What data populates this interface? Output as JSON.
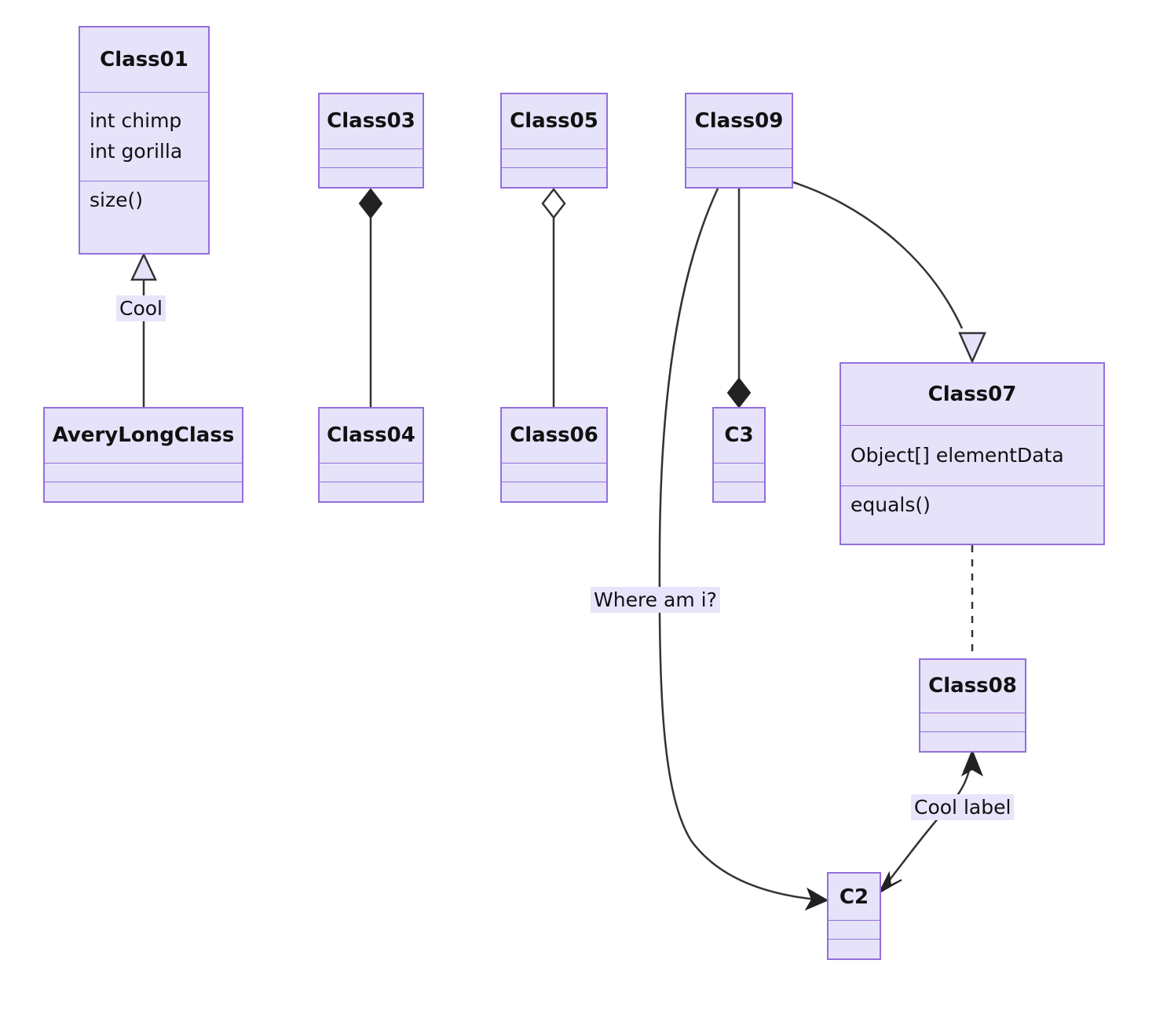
{
  "diagram": {
    "type": "uml-class-diagram",
    "background_color": "#ffffff",
    "node_fill": "#e6e2fa",
    "node_border": "#9370db",
    "edge_color": "#333333",
    "label_background": "#e8e4fb"
  },
  "nodes": [
    {
      "id": "Class01",
      "title": "Class01",
      "attributes": [
        "int chimp",
        "int gorilla"
      ],
      "methods": [
        "size()"
      ]
    },
    {
      "id": "AveryLongClass",
      "title": "AveryLongClass",
      "attributes": [],
      "methods": []
    },
    {
      "id": "Class03",
      "title": "Class03",
      "attributes": [],
      "methods": []
    },
    {
      "id": "Class04",
      "title": "Class04",
      "attributes": [],
      "methods": []
    },
    {
      "id": "Class05",
      "title": "Class05",
      "attributes": [],
      "methods": []
    },
    {
      "id": "Class06",
      "title": "Class06",
      "attributes": [],
      "methods": []
    },
    {
      "id": "Class09",
      "title": "Class09",
      "attributes": [],
      "methods": []
    },
    {
      "id": "C3",
      "title": "C3",
      "attributes": [],
      "methods": []
    },
    {
      "id": "Class07",
      "title": "Class07",
      "attributes": [
        "Object[] elementData"
      ],
      "methods": [
        "equals()"
      ]
    },
    {
      "id": "Class08",
      "title": "Class08",
      "attributes": [],
      "methods": []
    },
    {
      "id": "C2",
      "title": "C2",
      "attributes": [],
      "methods": []
    }
  ],
  "edges": [
    {
      "from": "AveryLongClass",
      "to": "Class01",
      "relation": "inheritance",
      "marker": "hollow-triangle",
      "line": "solid",
      "label": "Cool"
    },
    {
      "from": "Class04",
      "to": "Class03",
      "relation": "composition",
      "marker": "filled-diamond",
      "line": "solid",
      "label": ""
    },
    {
      "from": "Class06",
      "to": "Class05",
      "relation": "aggregation",
      "marker": "hollow-diamond",
      "line": "solid",
      "label": ""
    },
    {
      "from": "Class09",
      "to": "C2",
      "relation": "association",
      "marker": "filled-arrow",
      "line": "solid",
      "label": "Where am i?"
    },
    {
      "from": "Class09",
      "to": "C3",
      "relation": "composition",
      "marker": "filled-diamond",
      "line": "solid",
      "label": ""
    },
    {
      "from": "Class09",
      "to": "Class07",
      "relation": "inheritance",
      "marker": "hollow-triangle",
      "line": "solid",
      "label": ""
    },
    {
      "from": "Class07",
      "to": "Class08",
      "relation": "dependency",
      "marker": "none",
      "line": "dashed",
      "label": ""
    },
    {
      "from": "Class08",
      "to": "C2",
      "relation": "bidirectional-association",
      "marker": "filled-arrow-both",
      "line": "solid",
      "label": "Cool label"
    }
  ],
  "labels": {
    "cool": "Cool",
    "where_am_i": "Where am i?",
    "cool_label": "Cool label"
  }
}
